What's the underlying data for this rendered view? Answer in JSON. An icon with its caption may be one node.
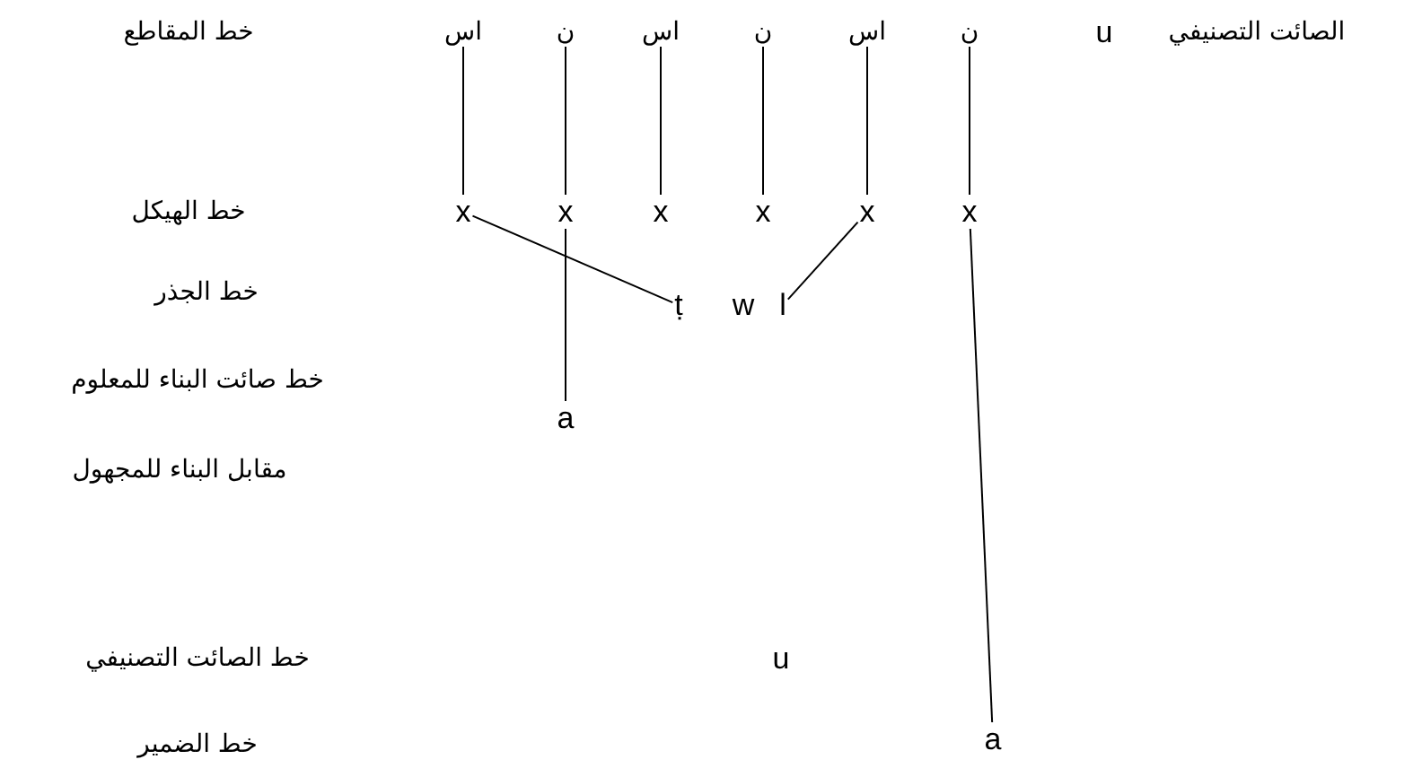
{
  "diagram": {
    "nodes": [
      {
        "text": [
          "اس"
        ]
      },
      {
        "text": [
          "ن"
        ]
      },
      {
        "text": [
          "اس"
        ]
      },
      {
        "text": [
          "ن"
        ]
      },
      {
        "text": [
          "اس"
        ]
      },
      {
        "text": [
          "ن"
        ]
      },
      {
        "text": [
          "x"
        ]
      },
      {
        "text": [
          "x"
        ]
      },
      {
        "text": [
          "x"
        ]
      },
      {
        "text": [
          "x"
        ]
      },
      {
        "text": [
          "x"
        ]
      },
      {
        "text": [
          "x"
        ]
      },
      {
        "text": [
          "ṭ"
        ]
      },
      {
        "text": [
          "w"
        ]
      },
      {
        "text": [
          "l"
        ]
      },
      {
        "text": [
          "a"
        ]
      },
      {
        "text": [
          "a"
        ]
      }
    ],
    "edges": [
      {
        "from": 0,
        "to": 6,
        "arrow": "none"
      },
      {
        "from": 1,
        "to": 7,
        "arrow": "none"
      },
      {
        "from": 2,
        "to": 8,
        "arrow": "none"
      },
      {
        "from": 3,
        "to": 9,
        "arrow": "none"
      },
      {
        "from": 4,
        "to": 10,
        "arrow": "none"
      },
      {
        "from": 5,
        "to": 11,
        "arrow": "none"
      },
      {
        "from": 6,
        "to": 12,
        "arrow": "none"
      },
      {
        "from": 7,
        "to": 15,
        "arrow": "none"
      },
      {
        "from": 10,
        "to": 14,
        "arrow": "none"
      },
      {
        "from": 11,
        "to": 16,
        "arrow": "none"
      }
    ],
    "labels": [
      "الصائت التصنيفي",
      "u",
      "خط المقاطع",
      "خط الهيكل",
      "خط الجذر",
      "خط صائت البناء للمعلوم",
      "مقابل البناء للمجهول",
      "خط الصائت التصنيفي",
      "u",
      "خط الضمير"
    ]
  }
}
